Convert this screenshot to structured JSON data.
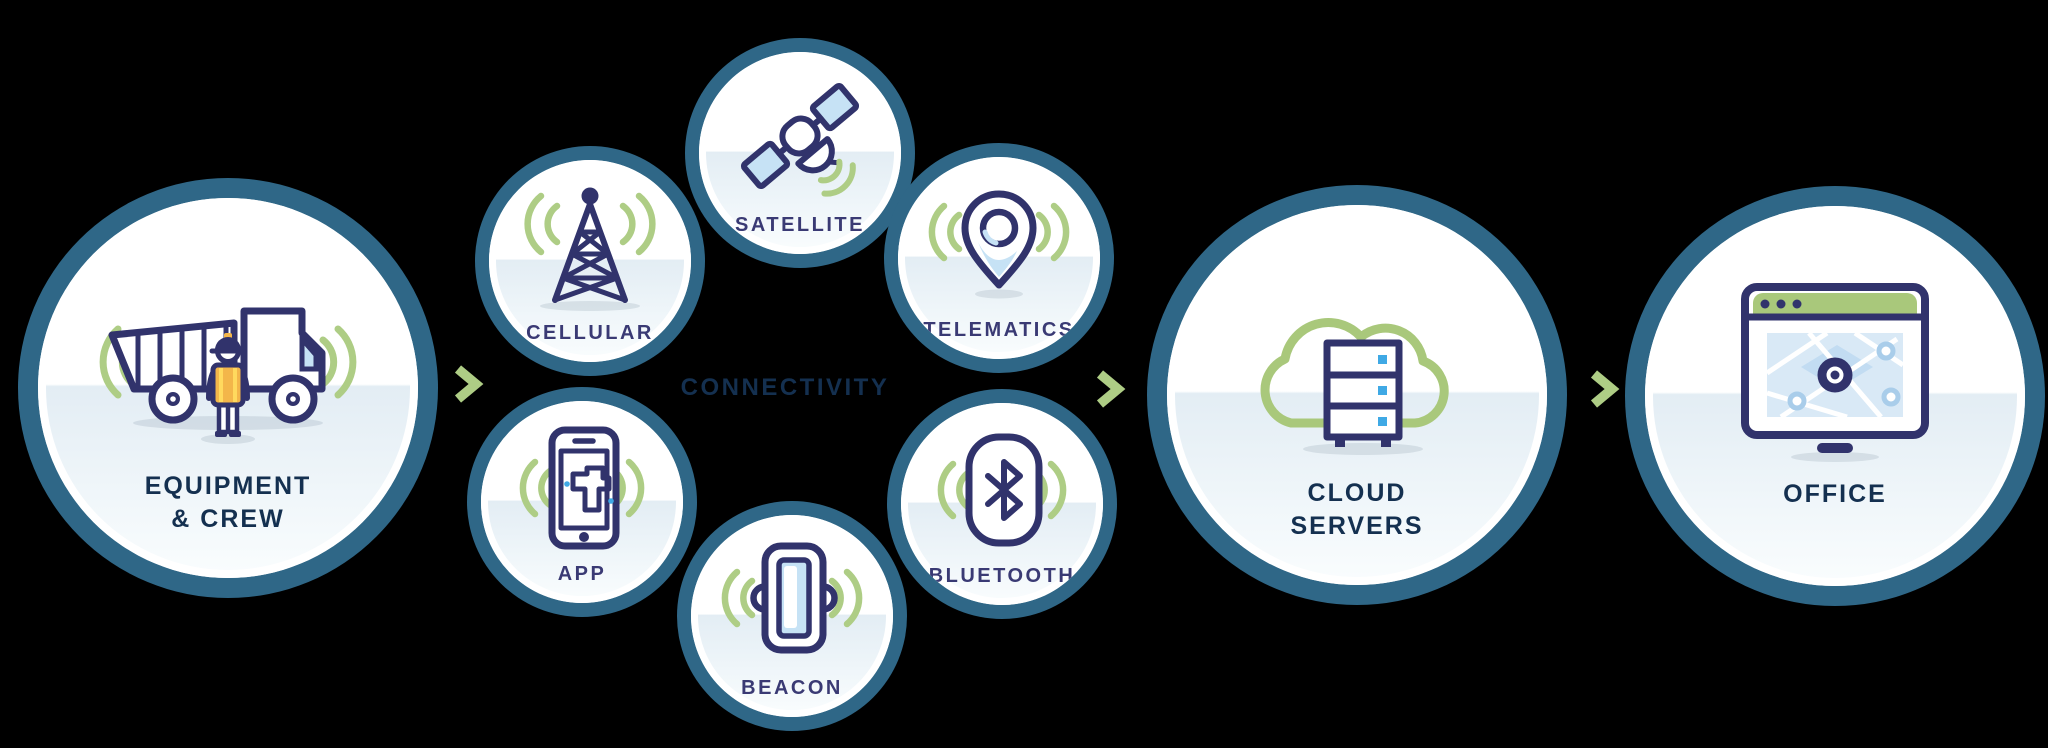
{
  "diagram": {
    "center_label": "CONNECTIVITY"
  },
  "nodes": {
    "equipment": {
      "line1": "EQUIPMENT",
      "line2": "& CREW"
    },
    "cellular": {
      "label": "CELLULAR"
    },
    "satellite": {
      "label": "SATELLITE"
    },
    "telematics": {
      "label": "TELEMATICS"
    },
    "app": {
      "label": "APP"
    },
    "bluetooth": {
      "label": "BLUETOOTH"
    },
    "beacon": {
      "label": "BEACON"
    },
    "cloud": {
      "line1": "CLOUD",
      "line2": "SERVERS"
    },
    "office": {
      "label": "OFFICE"
    }
  },
  "colors": {
    "background": "#000000",
    "circle_border": "#2f6787",
    "icon_navy": "#31336c",
    "heading_navy": "#143050",
    "label_indigo": "#3a3a74",
    "accent_green": "#aecd85",
    "accent_light_blue": "#c6e2f5",
    "map_blue": "#d9e9f6",
    "accent_blue": "#3fa9e5",
    "vest_orange": "#f3b64a"
  }
}
